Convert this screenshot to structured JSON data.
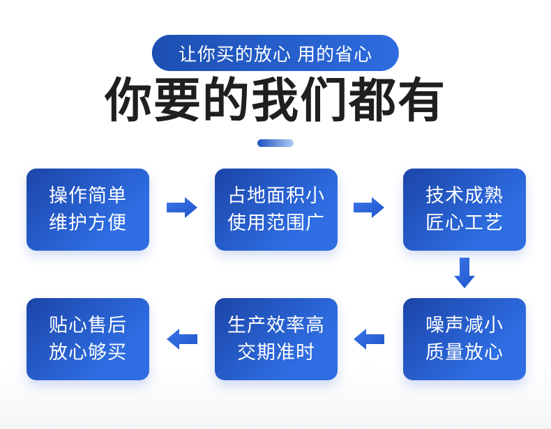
{
  "page": {
    "background": "#ffffff"
  },
  "header": {
    "badge_label": "让你买的放心 用的省心",
    "title": "你要的我们都有"
  },
  "flow": {
    "boxes": [
      {
        "id": "operation",
        "lines": [
          "操作简单",
          "维护方便"
        ]
      },
      {
        "id": "footprint",
        "lines": [
          "占地面积小",
          "使用范围广"
        ]
      },
      {
        "id": "technology",
        "lines": [
          "技术成熟",
          "匠心工艺"
        ]
      },
      {
        "id": "noise",
        "lines": [
          "噪声减小",
          "质量放心"
        ]
      },
      {
        "id": "efficiency",
        "lines": [
          "生产效率高",
          "交期准时"
        ]
      },
      {
        "id": "aftersales",
        "lines": [
          "贴心售后",
          "放心够买"
        ]
      }
    ],
    "arrows": [
      {
        "direction": "right"
      },
      {
        "direction": "right"
      },
      {
        "direction": "down"
      },
      {
        "direction": "left"
      },
      {
        "direction": "left"
      }
    ]
  },
  "colors": {
    "badge-grad-start": "#1d4fb2",
    "badge-grad-end": "#2e6ce0",
    "box-grad-start": "#1c45a8",
    "box-grad-end": "#2e6de2",
    "arrow-grad-start": "#3c76e8",
    "arrow-grad-end": "#1e55cc",
    "divider-grad-start": "#1e53c0",
    "divider-grad-end": "#aecbf4",
    "title-color": "#1f1f1f",
    "box-text-color": "#ffffff"
  }
}
